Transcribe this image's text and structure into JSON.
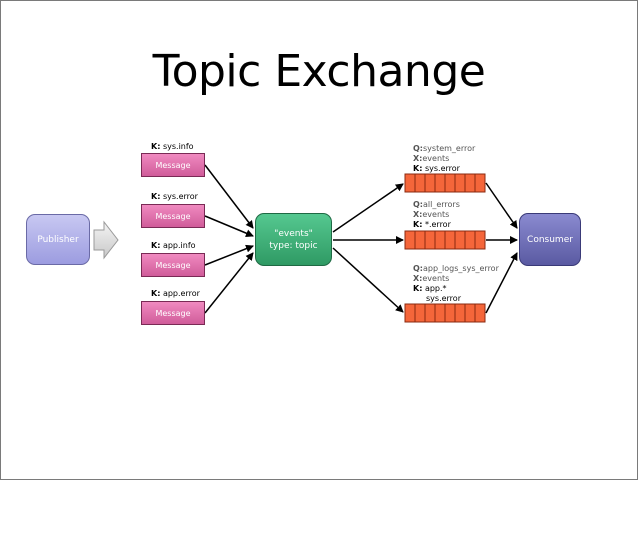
{
  "title": "Topic Exchange",
  "publisher": "Publisher",
  "exchange": {
    "line1": "\"events\"",
    "line2": "type: topic"
  },
  "consumer": "Consumer",
  "messages": [
    {
      "key_label": "K:",
      "key": "sys.info",
      "text": "Message"
    },
    {
      "key_label": "K:",
      "key": "sys.error",
      "text": "Message"
    },
    {
      "key_label": "K:",
      "key": "app.info",
      "text": "Message"
    },
    {
      "key_label": "K:",
      "key": "app.error",
      "text": "Message"
    }
  ],
  "queues": [
    {
      "q_label": "Q:",
      "q": "system_error",
      "x_label": "X:",
      "x": "events",
      "k_label": "K:",
      "k": "sys.error",
      "k2": ""
    },
    {
      "q_label": "Q:",
      "q": "all_errors",
      "x_label": "X:",
      "x": "events",
      "k_label": "K:",
      "k": "*.error",
      "k2": ""
    },
    {
      "q_label": "Q:",
      "q": "app_logs_sys_error",
      "x_label": "X:",
      "x": "events",
      "k_label": "K:",
      "k": "app.*",
      "k2": "sys.error"
    }
  ],
  "colors": {
    "message": "#e06aa8",
    "queue": "#f05a2a",
    "publisher": "#b0b0ea",
    "exchange": "#3aab72",
    "consumer": "#6e6eb8"
  },
  "icons": {
    "publish_arrow": "right-arrow-icon",
    "queue_cells": "queue-icon"
  }
}
